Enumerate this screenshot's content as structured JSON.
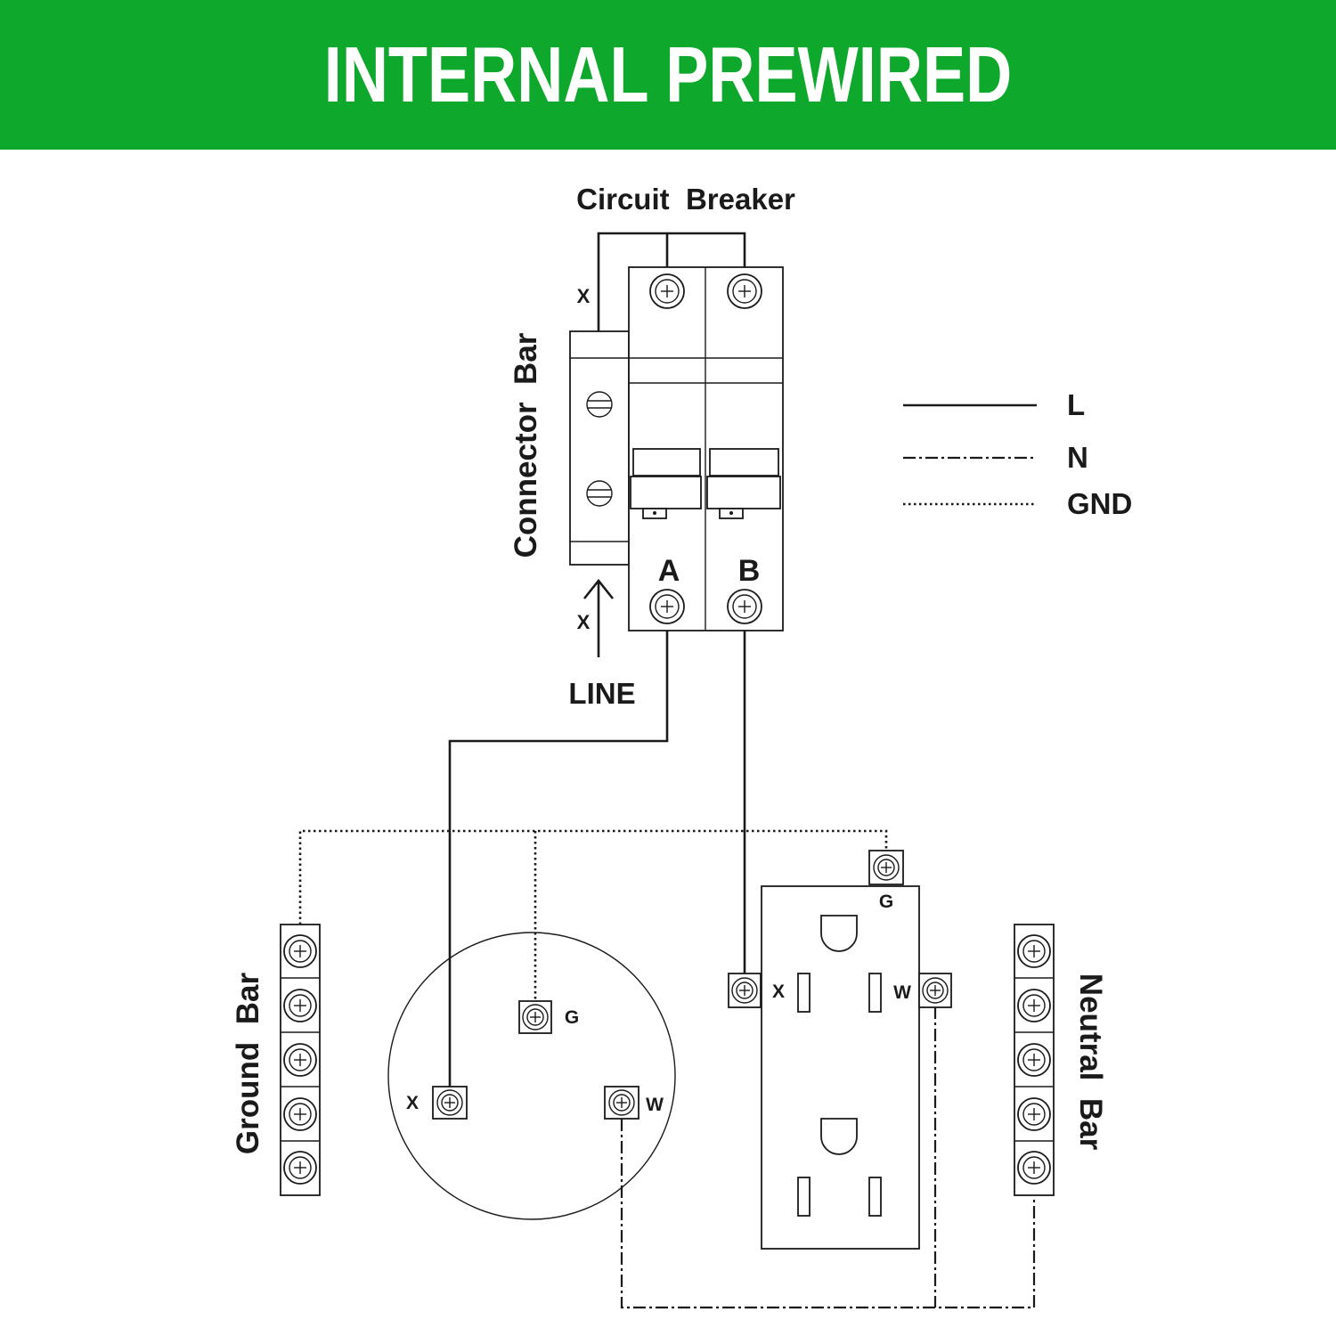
{
  "header": {
    "title": "INTERNAL PREWIRED",
    "background_color": "#0ea82c",
    "text_color": "#ffffff"
  },
  "diagram": {
    "circuit_breaker_label": "Circuit  Breaker",
    "connector_bar_label": "Connector  Bar",
    "pole_a_label": "A",
    "pole_b_label": "B",
    "line_label": "LINE",
    "x_top_label": "X",
    "x_line_label": "X",
    "ground_bar_label": "Ground  Bar",
    "neutral_bar_label": "Neutral  Bar",
    "round_receptacle": {
      "g_label": "G",
      "x_label": "X",
      "w_label": "W"
    },
    "duplex_outlet": {
      "g_label": "G",
      "x_label": "X",
      "w_label": "W"
    }
  },
  "legend": {
    "items": [
      {
        "label": "L",
        "style": "solid"
      },
      {
        "label": "N",
        "style": "dash-dot"
      },
      {
        "label": "GND",
        "style": "dotted"
      }
    ]
  }
}
